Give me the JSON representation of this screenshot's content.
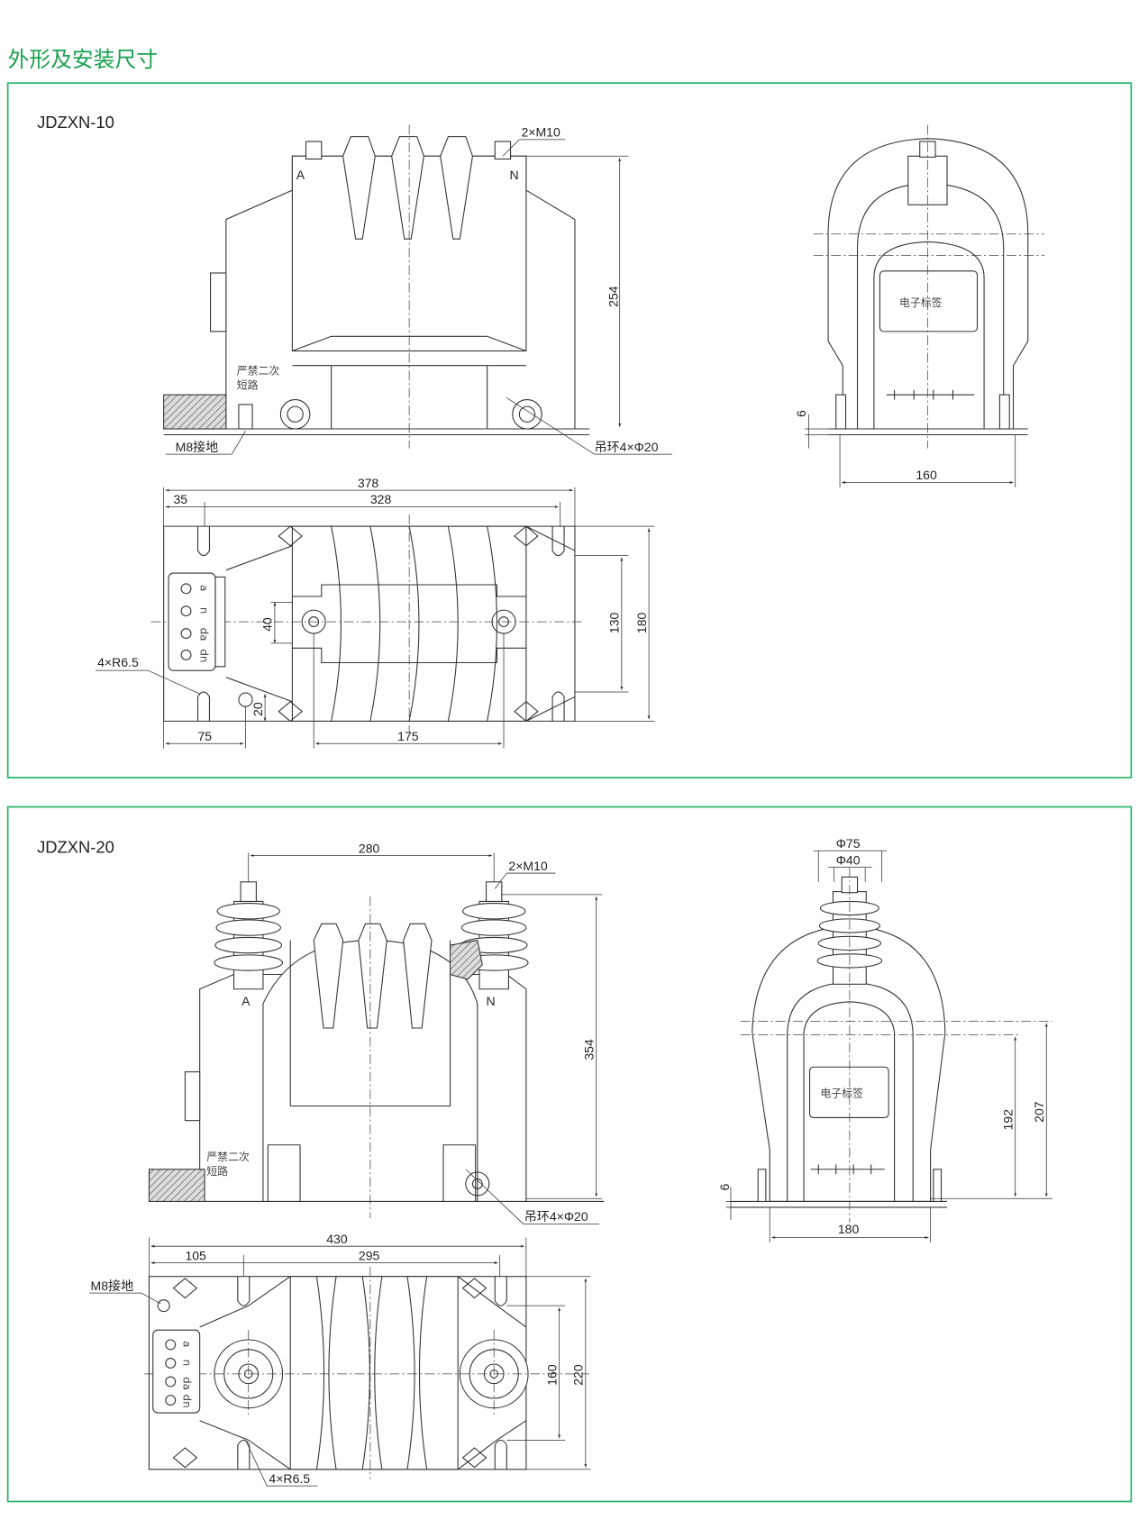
{
  "section_title": "外形及安装尺寸",
  "colors": {
    "accent": "#1aa050",
    "frame": "#2bb46a"
  },
  "jdzxn10": {
    "model": "JDZXN-10",
    "front": {
      "terminal_a": "A",
      "terminal_n": "N",
      "bolt": "2×M10",
      "height": "254",
      "warning_1": "严禁二次",
      "warning_2": "短路",
      "ground": "M8接地",
      "lifting_ring": "吊环4×Φ20"
    },
    "side": {
      "label": "电子标签",
      "base_h": "6",
      "width": "160"
    },
    "top": {
      "overall": "378",
      "offset": "35",
      "span": "328",
      "inner": "130",
      "depth": "180",
      "terminal_gap": "40",
      "ground_off": "20",
      "left": "75",
      "ring_span": "175",
      "slot": "4×R6.5",
      "terminals": [
        "a",
        "n",
        "da",
        "dn"
      ]
    }
  },
  "jdzxn20": {
    "model": "JDZXN-20",
    "front": {
      "terminal_a": "A",
      "terminal_n": "N",
      "bushing_span": "280",
      "bolt": "2×M10",
      "height": "354",
      "warning_1": "严禁二次",
      "warning_2": "短路",
      "lifting_ring": "吊环4×Φ20"
    },
    "side": {
      "dia_outer": "Φ75",
      "dia_inner": "Φ40",
      "label": "电子标签",
      "h1": "192",
      "h2": "207",
      "base_h": "6",
      "width": "180"
    },
    "top": {
      "overall": "430",
      "offset": "105",
      "span": "295",
      "inner": "160",
      "depth": "220",
      "ground": "M8接地",
      "slot": "4×R6.5",
      "terminals": [
        "a",
        "n",
        "da",
        "dn"
      ]
    }
  }
}
